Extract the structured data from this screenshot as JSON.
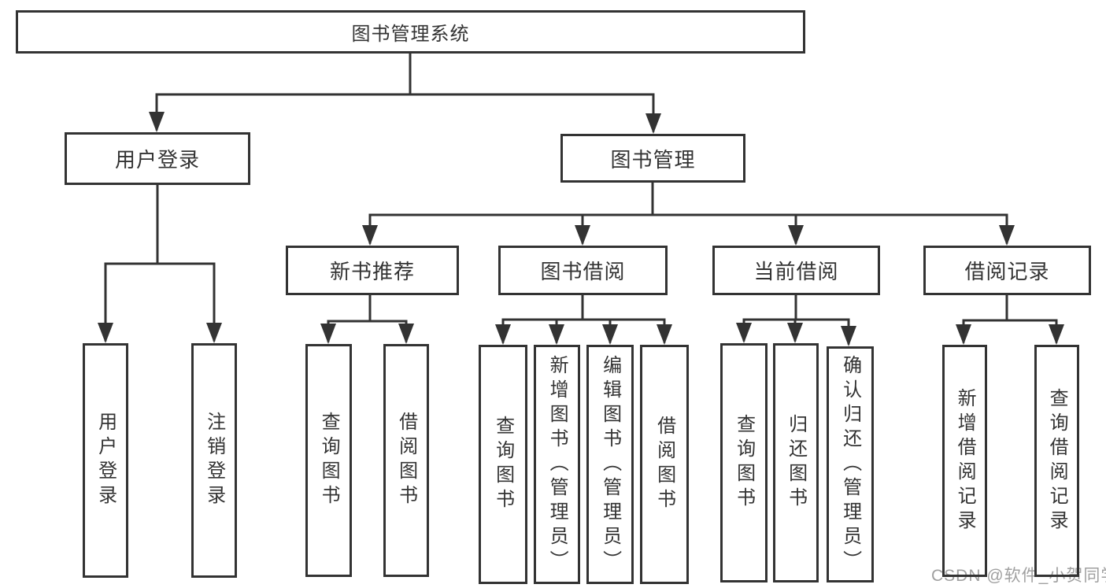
{
  "colors": {
    "line": "#333333",
    "text": "#333333",
    "watermark": "#a0a0a0",
    "background": "#ffffff"
  },
  "watermark": "CSDN @软件_小贺同学",
  "tree": {
    "root": "图书管理系统",
    "user_login": {
      "label": "用户登录",
      "children": {
        "login": "用户登录",
        "logout": "注销登录"
      }
    },
    "book_management": {
      "label": "图书管理",
      "sections": {
        "new_books": {
          "label": "新书推荐",
          "children": {
            "query": "查询图书",
            "borrow": "借阅图书"
          }
        },
        "borrowing": {
          "label": "图书借阅",
          "children": {
            "query": "查询图书",
            "add": "新增图书（管理员）",
            "edit": "编辑图书（管理员）",
            "borrow": "借阅图书"
          }
        },
        "current": {
          "label": "当前借阅",
          "children": {
            "query": "查询图书",
            "return": "归还图书",
            "confirm": "确认归还（管理员）"
          }
        },
        "records": {
          "label": "借阅记录",
          "children": {
            "add": "新增借阅记录",
            "query": "查询借阅记录"
          }
        }
      }
    }
  }
}
